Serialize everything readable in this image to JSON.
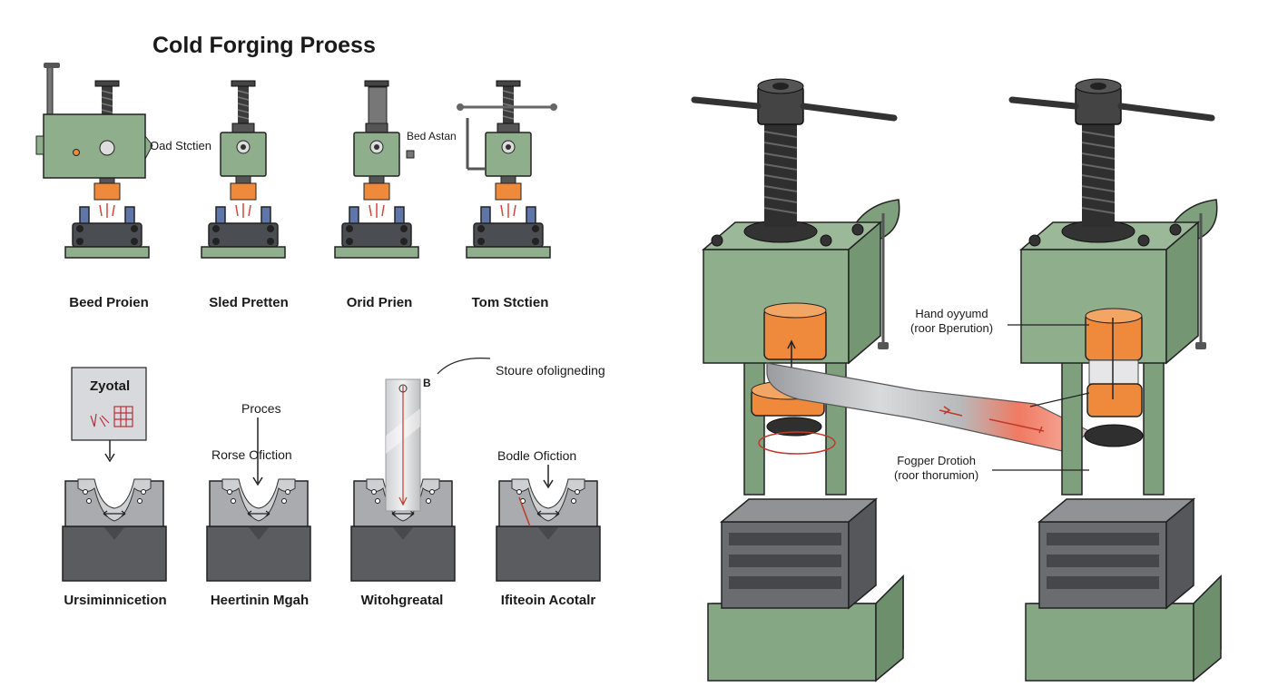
{
  "title": "Cold Forging Proess",
  "press_stations": [
    {
      "caption": "Beed Proien",
      "side_label": "Oad Stctien"
    },
    {
      "caption": "Sled Pretten"
    },
    {
      "caption": "Orid Prien",
      "side_label": "Bed Astan"
    },
    {
      "caption": "Tom Stctien"
    }
  ],
  "die_stations": [
    {
      "caption": "Ursiminnicetion",
      "top_label": "Zyotal"
    },
    {
      "caption": "Heertinin Mgah",
      "top_label": "Proces",
      "mid_label": "Rorse Ofiction"
    },
    {
      "caption": "Witohgreatal",
      "top_label": "B"
    },
    {
      "caption": "Ifiteoin Acotalr",
      "top_label": "Bodle Ofiction"
    }
  ],
  "annotations": {
    "callout_top": "Stoure ofoligneding",
    "callout_right_1": "Hand oyyumd",
    "callout_right_1_sub": "(roor Bperution)",
    "callout_right_2": "Fogper Drotioh",
    "callout_right_2_sub": "(roor thorumion)"
  },
  "colors": {
    "machine_green": "#8fae8c",
    "die_orange": "#ef8a3c",
    "base_blue": "#5e77a8",
    "steel_gray": "#8a8c90",
    "hot_red": "#f07060"
  }
}
